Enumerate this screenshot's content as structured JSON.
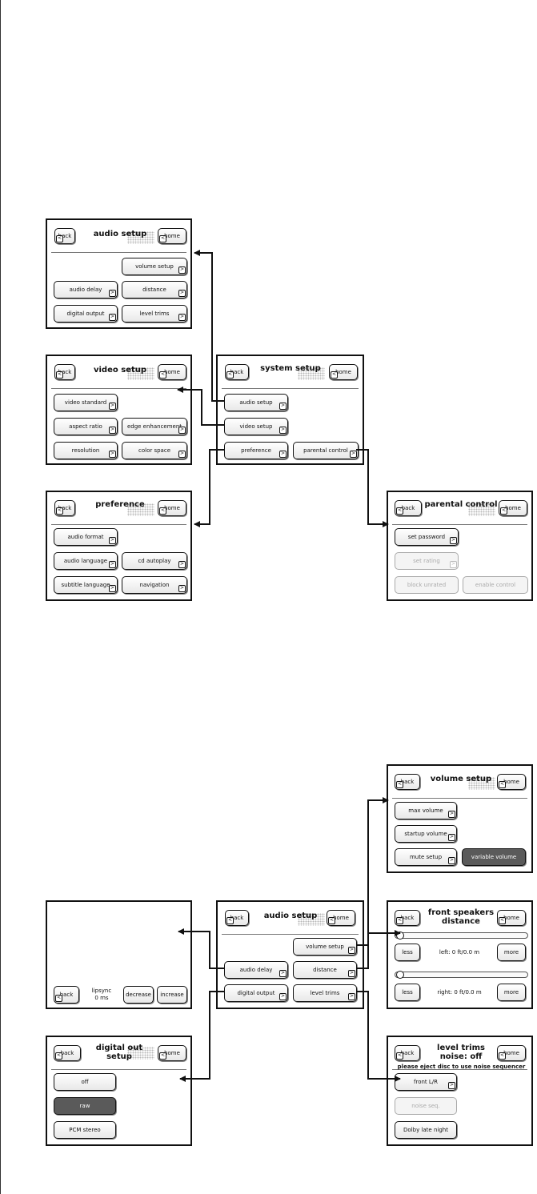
{
  "common": {
    "back": "back",
    "home": "home",
    "chev_right": ">",
    "chev_left": "<"
  },
  "audio_setup_top": {
    "title": "audio setup",
    "buttons": [
      "volume setup",
      "audio delay",
      "distance",
      "digital output",
      "level trims"
    ]
  },
  "video_setup": {
    "title": "video setup",
    "buttons": [
      "video standard",
      "aspect ratio",
      "edge enhancement",
      "resolution",
      "color space"
    ]
  },
  "preference": {
    "title": "preference",
    "buttons": [
      "audio format",
      "audio language",
      "cd autoplay",
      "subtitle language",
      "navigation"
    ]
  },
  "system_setup": {
    "title": "system setup",
    "buttons": [
      "audio setup",
      "video setup",
      "preference",
      "parental control"
    ]
  },
  "parental_control": {
    "title": "parental control",
    "buttons": [
      "set password",
      "set rating",
      "block unrated",
      "enable control"
    ]
  },
  "volume_setup": {
    "title": "volume setup",
    "buttons": [
      "max volume",
      "startup volume",
      "mute setup",
      "variable volume"
    ]
  },
  "lipsync_panel": {
    "lipsync_label": "lipsync",
    "lipsync_value": "0 ms",
    "decrease": "decrease",
    "increase": "increase"
  },
  "audio_setup_bottom": {
    "title": "audio setup",
    "buttons": [
      "volume setup",
      "audio delay",
      "distance",
      "digital output",
      "level trims"
    ]
  },
  "front_speakers": {
    "title_line1": "front speakers",
    "title_line2": "distance",
    "less": "less",
    "more": "more",
    "left_readout": "left: 0 ft/0.0 m",
    "right_readout": "right: 0 ft/0.0 m",
    "left_level": 0.0,
    "right_level": 0.0
  },
  "digital_out": {
    "title_line1": "digital out",
    "title_line2": "setup",
    "buttons": [
      "off",
      "raw",
      "PCM stereo"
    ]
  },
  "level_trims": {
    "title_line1": "level trims",
    "title_line2": "noise: off",
    "message": "please eject disc to use noise sequencer",
    "buttons": [
      "front L/R",
      "noise seq.",
      "Dolby late night"
    ]
  }
}
